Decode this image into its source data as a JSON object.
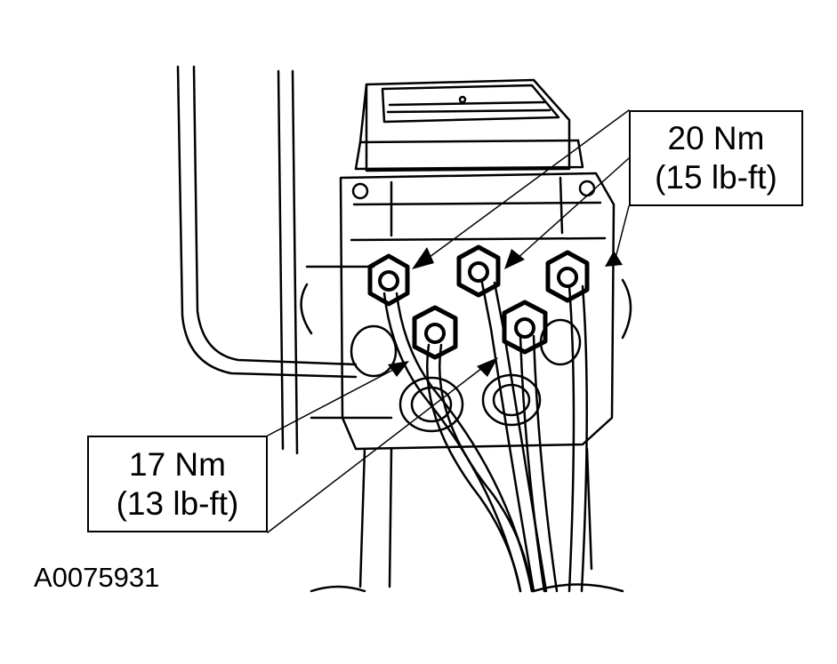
{
  "callouts": {
    "upper": {
      "metric": "20 Nm",
      "imperial": "(15 lb-ft)"
    },
    "lower": {
      "metric": "17 Nm",
      "imperial": "(13 lb-ft)"
    }
  },
  "figure_code": "A0075931",
  "colors": {
    "line": "#000000",
    "background": "#ffffff"
  }
}
